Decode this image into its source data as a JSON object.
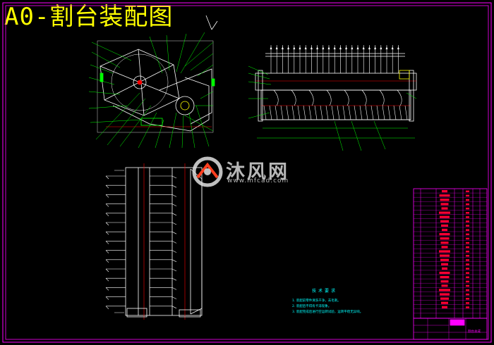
{
  "drawing": {
    "title": "A0-割台装配图"
  },
  "watermark": {
    "name": "沐风网",
    "url": "www.mfcad.com"
  },
  "technical_requirements": {
    "title": "技术要求",
    "lines": [
      "1. 装配前零件清洗干净，去毛刺。",
      "2. 装配后不得有卡滞现象。",
      "3. 装配完成后进行空运转试验，运转平稳无异响。"
    ]
  },
  "title_block": {
    "drawing_name": "割台总成"
  },
  "colors": {
    "background": "#000000",
    "frame": "#ff00ff",
    "title": "#ffff00",
    "lines": "#ffffff",
    "centerlines": "#ff0000",
    "annotations": "#00ffff",
    "highlight": "#00ff00"
  }
}
